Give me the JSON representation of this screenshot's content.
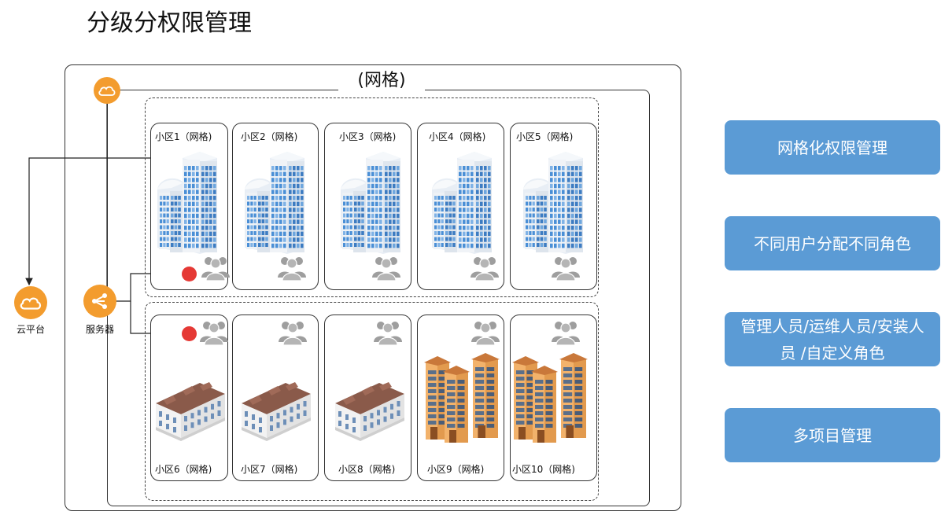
{
  "title": "分级分权限管理",
  "grid_label": "(网格)",
  "nodes": {
    "cloud_platform": "云平台",
    "server": "服务器"
  },
  "communities_top": [
    {
      "label": "小区1（网格)",
      "has_marker": true
    },
    {
      "label": "小区2（网格)",
      "has_marker": false
    },
    {
      "label": "小区3（网格)",
      "has_marker": false
    },
    {
      "label": "小区4（网格)",
      "has_marker": false
    },
    {
      "label": "小区5（网格)",
      "has_marker": false
    }
  ],
  "communities_bottom": [
    {
      "label": "小区6（网格)",
      "has_marker": true,
      "building": "villa"
    },
    {
      "label": "小区7（网格)",
      "has_marker": false,
      "building": "villa"
    },
    {
      "label": "小区8（网格)",
      "has_marker": false,
      "building": "villa"
    },
    {
      "label": "小区9（网格)",
      "has_marker": false,
      "building": "apartment"
    },
    {
      "label": "小区10（网格)",
      "has_marker": false,
      "building": "apartment"
    }
  ],
  "features": [
    "网格化权限管理",
    "不同用户分配不同角色",
    "管理人员/运维人员/安装人员 /自定义角色",
    "多项目管理"
  ],
  "colors": {
    "accent_orange": "#f39c2e",
    "feature_blue": "#5b9bd5",
    "marker_red": "#e53935",
    "people_gray": "#9e9e9e"
  },
  "icons": {
    "cloud": "cloud-icon",
    "server": "share-nodes-icon",
    "people": "user-group-icon",
    "office": "office-tower-icon",
    "villa": "townhouse-icon",
    "apartment": "apartment-building-icon"
  }
}
